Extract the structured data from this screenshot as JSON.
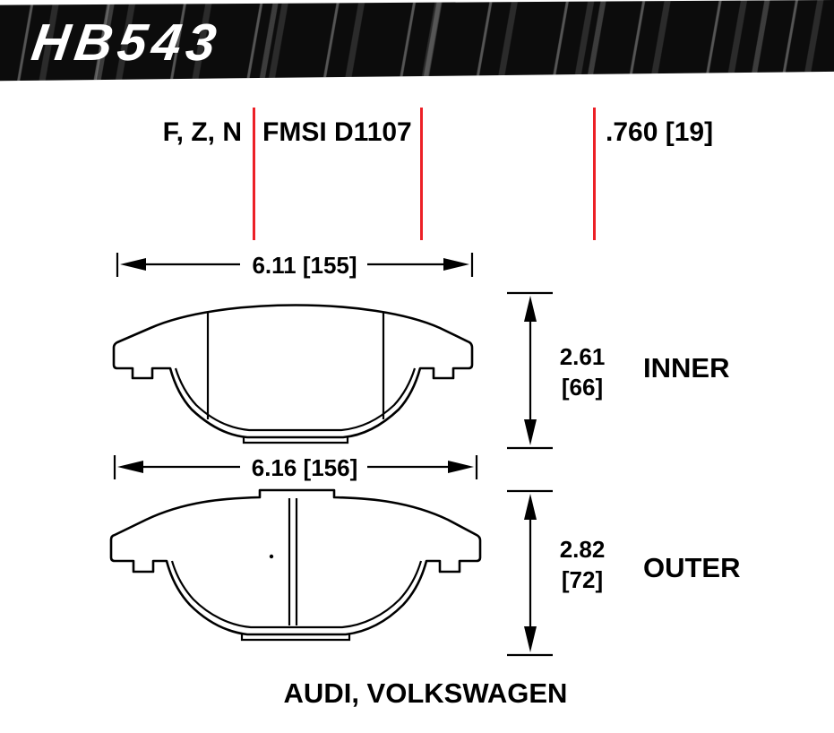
{
  "banner": {
    "part_number": "HB543"
  },
  "spec_row": {
    "compounds": "F, Z, N",
    "fmsi": "FMSI D1107",
    "pad_thickness": ".760 [19]"
  },
  "inner_pad": {
    "label": "INNER",
    "width_dim": "6.11 [155]",
    "height_in": "2.61",
    "height_mm": "[66]"
  },
  "outer_pad": {
    "label": "OUTER",
    "width_dim": "6.16 [156]",
    "height_in": "2.82",
    "height_mm": "[72]"
  },
  "footer": {
    "application": "AUDI, VOLKSWAGEN"
  },
  "colors": {
    "red_line": "#ec2027",
    "ink": "#000000"
  }
}
